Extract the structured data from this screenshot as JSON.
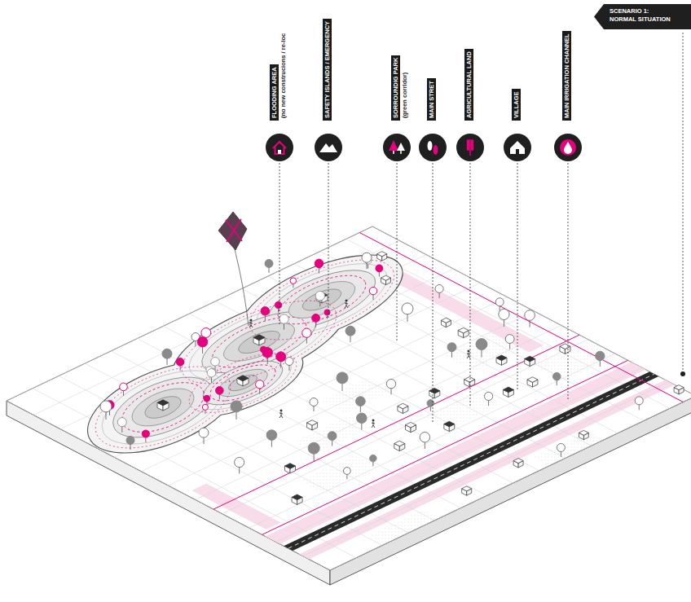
{
  "diagram": {
    "title": "SCENARIO 1: NORMAL SITUATION",
    "nodes": [
      {
        "text": [
          "FLOODING AREA",
          "(no new construcions / re-loc"
        ]
      },
      {
        "text": [
          "SAFETY ISLANDS / EMERGENCY"
        ]
      },
      {
        "text": [
          "SORROUNDIG PARK",
          "(green corridor)"
        ]
      },
      {
        "text": [
          "MAIN STRET"
        ]
      },
      {
        "text": [
          "AGRICULTURAL LAND"
        ]
      },
      {
        "text": [
          "VILLAGE"
        ]
      },
      {
        "text": [
          "MAIN IRRIGATION CHANNEL"
        ]
      }
    ]
  }
}
